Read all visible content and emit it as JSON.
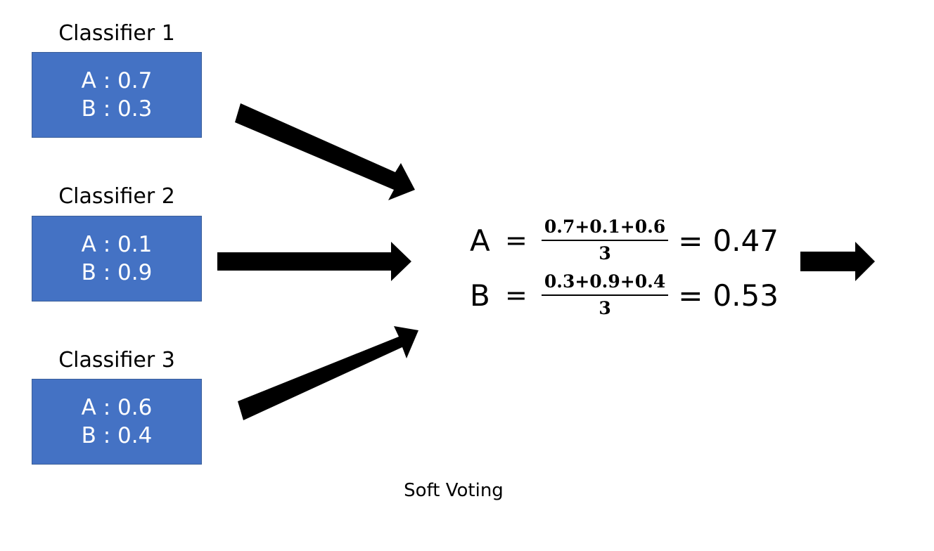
{
  "colors": {
    "box_fill": "#4472c4",
    "box_border": "#3a5e99",
    "box_text": "#ffffff",
    "arrow": "#000000",
    "text": "#000000"
  },
  "classifiers": [
    {
      "title": "Classifier 1",
      "line_a": "A : 0.7",
      "line_b": "B : 0.3"
    },
    {
      "title": "Classifier 2",
      "line_a": "A : 0.1",
      "line_b": "B : 0.9"
    },
    {
      "title": "Classifier 3",
      "line_a": "A : 0.6",
      "line_b": "B : 0.4"
    }
  ],
  "equations": {
    "a": {
      "label": "A",
      "sign": "=",
      "numerator": "0.7+0.1+0.6",
      "denominator": "3",
      "sign2": "=",
      "result": "0.47"
    },
    "b": {
      "label": "B",
      "sign": "=",
      "numerator": "0.3+0.9+0.4",
      "denominator": "3",
      "sign2": "=",
      "result": "0.53"
    }
  },
  "caption": "Soft Voting"
}
